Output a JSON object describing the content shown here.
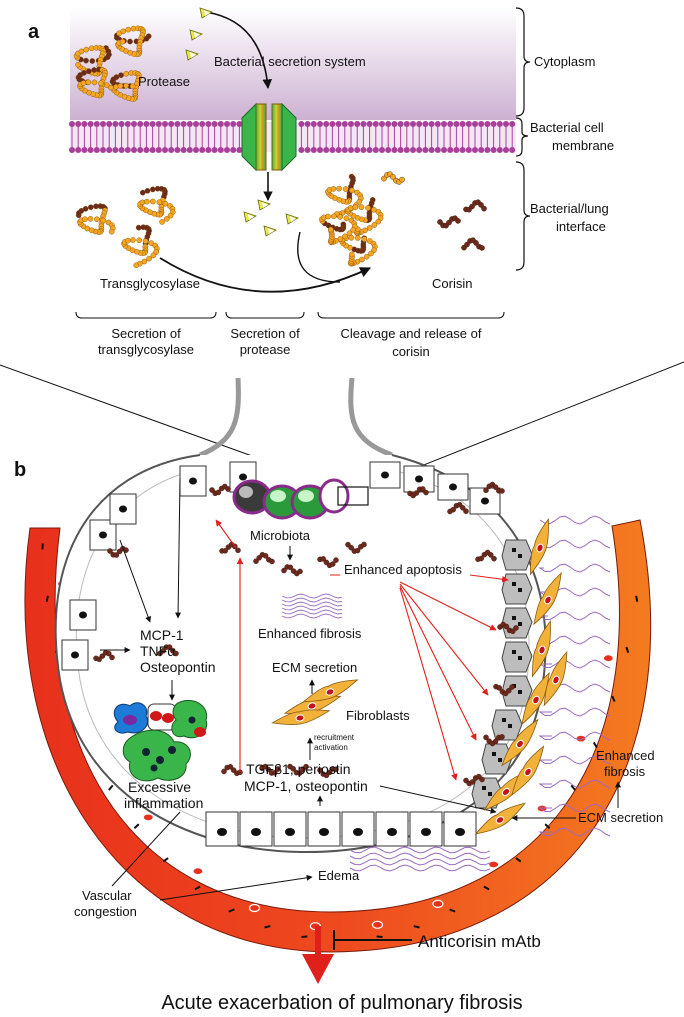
{
  "panel_a": {
    "letter": "a",
    "labels": {
      "bacterial_secretion_system": "Bacterial secretion system",
      "protease": "Protease",
      "transglycosylase": "Transglycosylase",
      "corisin": "Corisin"
    },
    "regions": {
      "cytoplasm": "Cytoplasm",
      "membrane_line1": "Bacterial cell",
      "membrane_line2": "membrane",
      "interface_line1": "Bacterial/lung",
      "interface_line2": "interface"
    },
    "steps": {
      "s1_line1": "Secretion of",
      "s1_line2": "transglycosylase",
      "s2_line1": "Secretion of",
      "s2_line2": "protease",
      "s3_line1": "Cleavage and release of",
      "s3_line2": "corisin"
    }
  },
  "panel_b": {
    "letter": "b",
    "labels": {
      "microbiota": "Microbiota",
      "enhanced_apoptosis": "Enhanced apoptosis",
      "enhanced_fibrosis_center": "Enhanced fibrosis",
      "mcp1": "MCP-1",
      "tnfa": "TNFα",
      "osteopontin": "Osteopontin",
      "ecm_secretion_center": "ECM secretion",
      "fibroblasts": "Fibroblasts",
      "recruitment": "recruitment",
      "activation": "activation",
      "excessive": "Excessive",
      "inflammation": "inflammation",
      "tgf_line1": "TGFβ1, periostin",
      "tgf_line2": "MCP-1, osteopontin",
      "enhanced_fibrosis_right1": "Enhanced",
      "enhanced_fibrosis_right2": "fibrosis",
      "ecm_secretion_right": "ECM secretion",
      "edema": "Edema",
      "vascular": "Vascular",
      "congestion": "congestion",
      "anticorisin": "Anticorisin mAtb",
      "outcome": "Acute exacerbation of pulmonary fibrosis"
    }
  },
  "colors": {
    "cytoplasm_top": "#ffffff",
    "cytoplasm_bottom": "#cdb1d2",
    "membrane": "#a8409a",
    "channel_green": "#39b54a",
    "channel_orange": "#f7941d",
    "bead_orange": "#f6a623",
    "bead_brown": "#6b2a1c",
    "vessel_red": "#e8301c",
    "vessel_orange": "#f47b20",
    "arrow_red": "#e0201b",
    "fibroblast": "#f2b23a"
  }
}
